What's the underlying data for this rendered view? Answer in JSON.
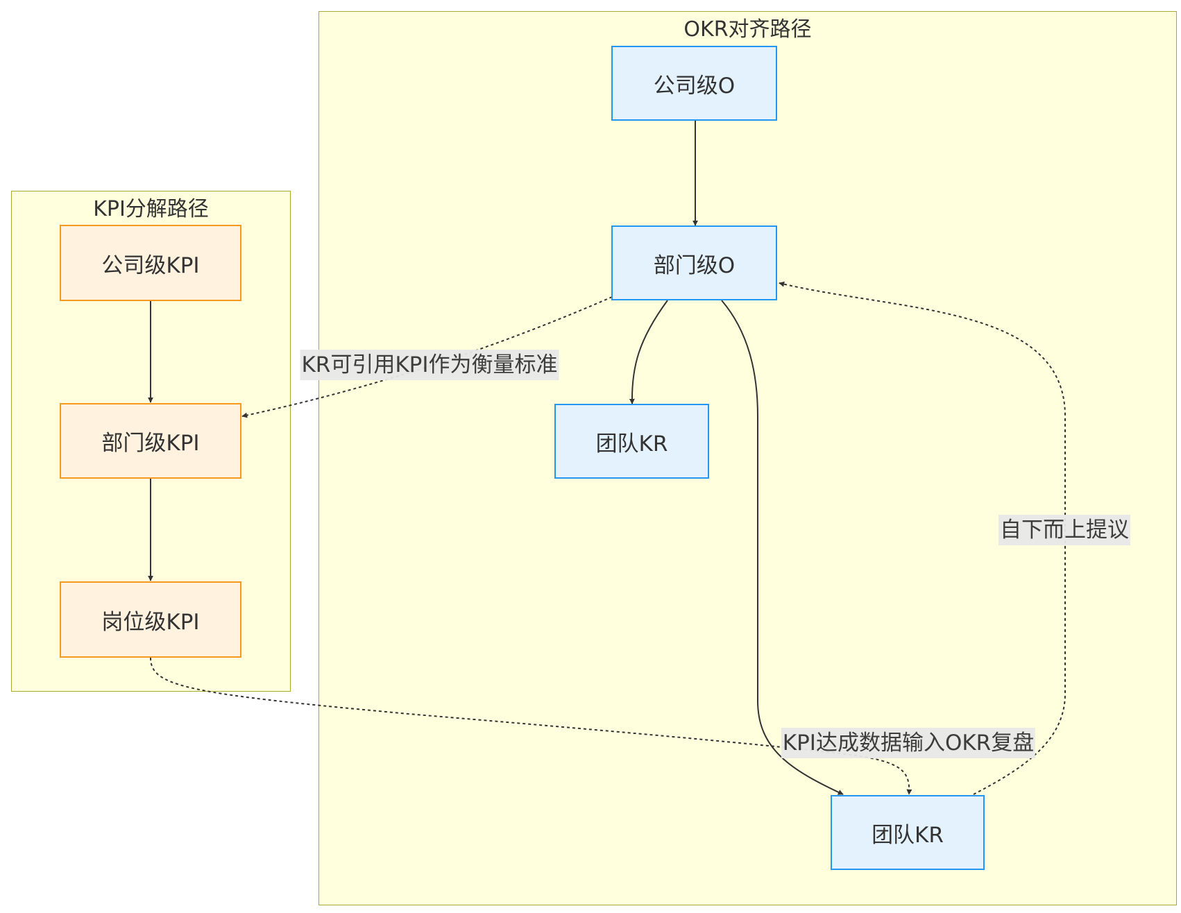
{
  "clusters": {
    "kpi": {
      "title": "KPI分解路径"
    },
    "okr": {
      "title": "OKR对齐路径"
    }
  },
  "nodes": {
    "kpi_company": "公司级KPI",
    "kpi_department": "部门级KPI",
    "kpi_position": "岗位级KPI",
    "okr_company_o": "公司级O",
    "okr_department_o": "部门级O",
    "okr_team_kr_1": "团队KR",
    "okr_team_kr_2": "团队KR"
  },
  "edge_labels": {
    "kr_reference_kpi": "KR可引用KPI作为衡量标准",
    "kpi_data_to_okr": "KPI达成数据输入OKR复盘",
    "bottom_up": "自下而上提议"
  },
  "colors": {
    "cluster_fill": "#ffffde",
    "cluster_border": "#aaaa33",
    "kpi_fill": "#fff2df",
    "kpi_border": "#f59a1e",
    "okr_fill": "#e4f2fd",
    "okr_border": "#2196f3",
    "edge": "#333333",
    "label_bg": "#e8e8e8"
  }
}
